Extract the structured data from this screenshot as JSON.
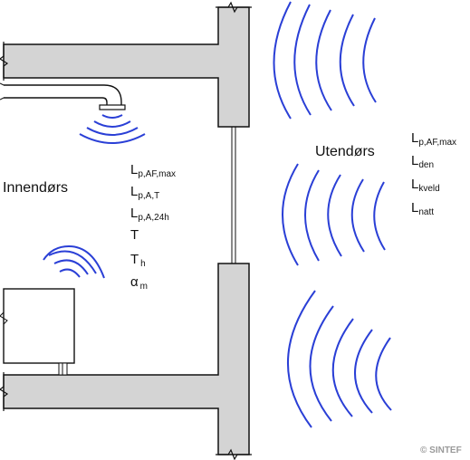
{
  "labels": {
    "indoor": "Innendørs",
    "outdoor": "Utendørs",
    "copyright": "© SINTEF"
  },
  "indoor_quantities": [
    {
      "symbol": "L",
      "sub": "p,AF,max"
    },
    {
      "symbol": "L",
      "sub": "p,A,T"
    },
    {
      "symbol": "L",
      "sub": "p,A,24h"
    },
    {
      "symbol": "T",
      "sub": ""
    },
    {
      "symbol": "T",
      "sub": "h"
    },
    {
      "symbol": "α",
      "sub": "m"
    }
  ],
  "outdoor_quantities": [
    {
      "symbol": "L",
      "sub": "p,AF,max"
    },
    {
      "symbol": "L",
      "sub": "den"
    },
    {
      "symbol": "L",
      "sub": "kveld"
    },
    {
      "symbol": "L",
      "sub": "natt"
    }
  ],
  "colors": {
    "wave": "#2a3fd6",
    "wall_fill": "#d4d4d4",
    "stroke": "#111111"
  }
}
